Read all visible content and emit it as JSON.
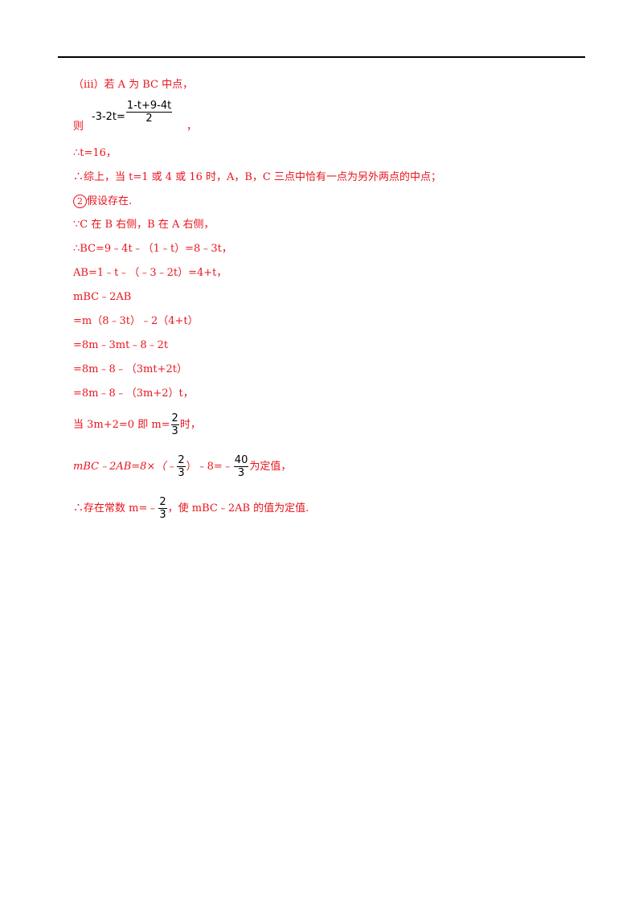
{
  "l1": "（iii）若 A 为 BC 中点，",
  "l2_prefix": "则",
  "l2_lhs": "-3-2t=",
  "l2_num": "1-t+9-4t",
  "l2_den": "2",
  "l2_suffix": "，",
  "l3": "∴t=16，",
  "l4": "∴综上，当 t=1 或 4 或 16 时，A，B，C 三点中恰有一点为另外两点的中点；",
  "l5_circ": "2",
  "l5_text": "假设存在.",
  "l6": "∵C 在 B 右侧，B 在 A 右侧，",
  "l7": "∴BC=9﹣4t﹣（1﹣t）=8﹣3t，",
  "l8": "AB=1﹣t﹣（﹣3﹣2t）=4+t，",
  "l9": "mBC﹣2AB",
  "l10": "=m（8﹣3t）﹣2（4+t）",
  "l11": "=8m﹣3mt﹣8﹣2t",
  "l12": "=8m﹣8﹣（3mt+2t）",
  "l13": "=8m﹣8﹣（3m+2）t，",
  "l14_pre": "当 3m+2=0 即 m=",
  "l14_num": "2",
  "l14_den": "3",
  "l14_post": "时，",
  "l15_pre": "mBC﹣2AB=8×（﹣",
  "l15_num1": "2",
  "l15_den1": "3",
  "l15_mid": "）﹣8=﹣",
  "l15_num2": "40",
  "l15_den2": "3",
  "l15_post": "为定值，",
  "l16_pre": "∴存在常数 m=﹣",
  "l16_num": "2",
  "l16_den": "3",
  "l16_post": "，使 mBC﹣2AB 的值为定值."
}
